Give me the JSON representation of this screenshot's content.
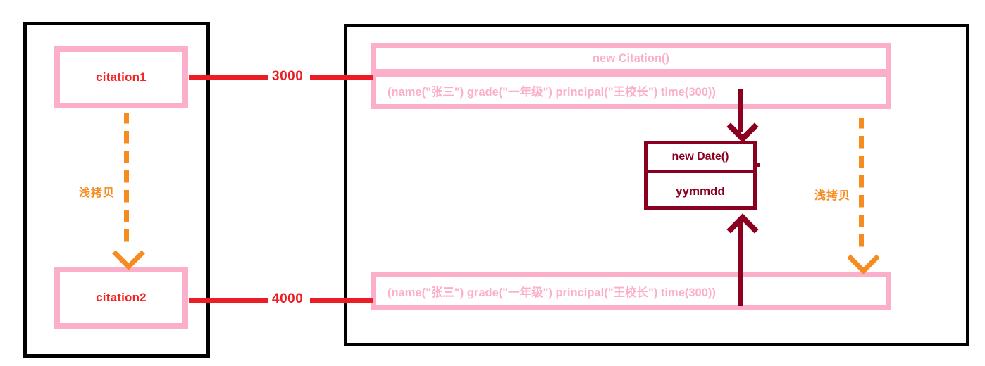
{
  "diagram": {
    "stack_panel": {
      "variables": [
        {
          "name": "citation1",
          "address": "3000"
        },
        {
          "name": "citation2",
          "address": "4000"
        }
      ]
    },
    "heap_panel": {
      "objects": [
        {
          "header": "new Citation()",
          "fields": "(name(\"张三\") grade(\"一年级\") principal(\"王校长\") time(300))"
        },
        {
          "header": "",
          "fields": "(name(\"张三\") grade(\"一年级\") principal(\"王校长\") time(300))"
        }
      ],
      "date_object": {
        "header": "new Date()",
        "value": "yymmdd"
      }
    },
    "annotations": {
      "shallow_copy_left": "浅拷贝",
      "shallow_copy_right": "浅拷贝"
    },
    "colors": {
      "frame": "#000000",
      "pink": "#FBAFCA",
      "red": "#EC1C24",
      "orange": "#F68B1F",
      "dark_red": "#8B0020"
    }
  }
}
